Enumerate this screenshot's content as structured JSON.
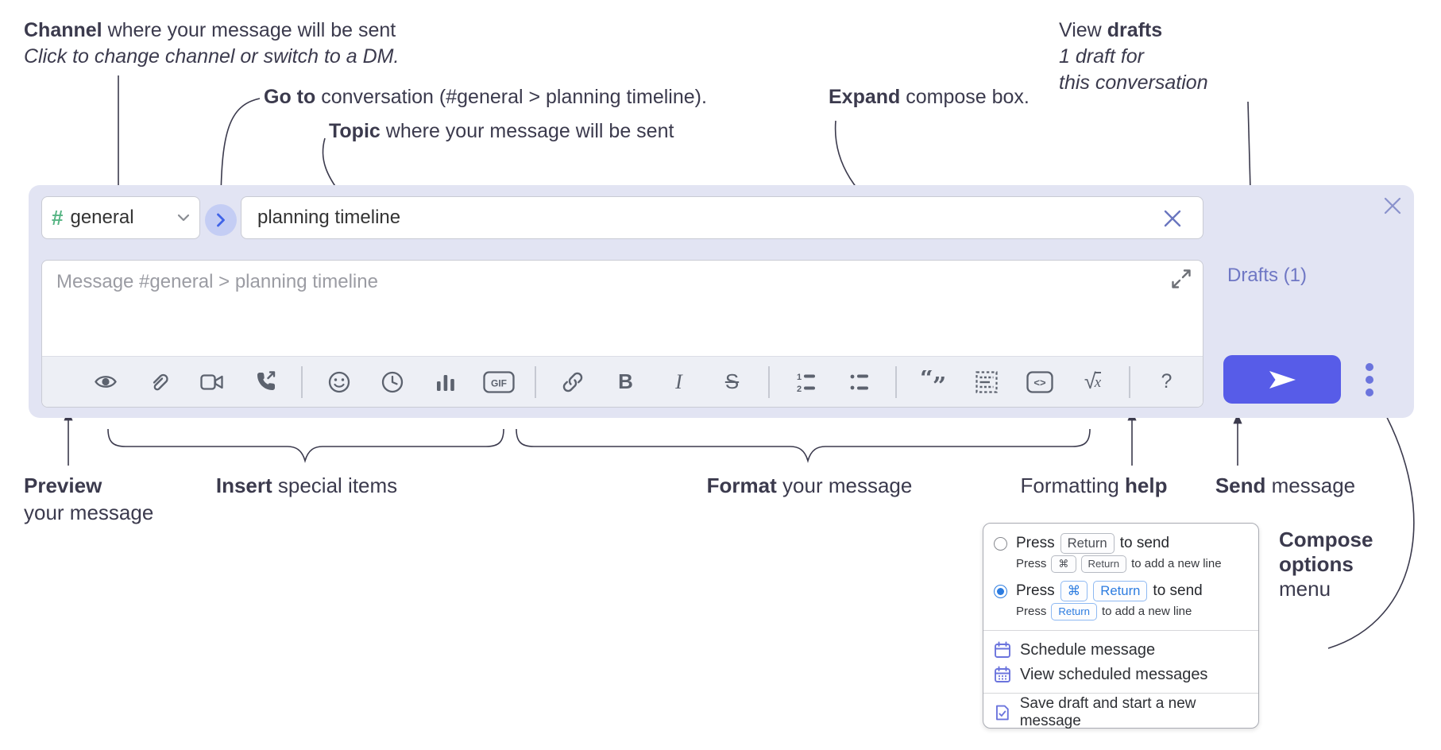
{
  "annotations": {
    "channel": {
      "bold": "Channel",
      "rest": " where your message will be sent",
      "sub_italic": "Click to change channel or switch to a DM."
    },
    "goto": {
      "bold": "Go to",
      "rest": " conversation (#general > planning timeline)."
    },
    "topic": {
      "bold": "Topic",
      "rest": " where your message will be sent"
    },
    "expand": {
      "bold": "Expand",
      "rest": " compose box."
    },
    "view_drafts": {
      "pre": "View ",
      "bold": "drafts",
      "line2_italic": "1 draft for",
      "line3_italic": "this conversation"
    },
    "preview": {
      "bold": "Preview",
      "line2": "your message"
    },
    "insert": {
      "bold": "Insert",
      "rest": " special items"
    },
    "format": {
      "bold": "Format",
      "rest": " your message"
    },
    "formatting_help": {
      "pre": "Formatting ",
      "bold": "help"
    },
    "send": {
      "bold": "Send",
      "rest": " message"
    },
    "compose_options": {
      "bold_line1": "Compose",
      "bold_line2": "options",
      "line3": "menu"
    }
  },
  "compose_box": {
    "channel_hash": "#",
    "channel_name": "general",
    "topic_value": "planning timeline",
    "message_placeholder": "Message #general > planning timeline",
    "drafts_link": "Drafts (1)",
    "toolbar_icons": [
      "preview-eye",
      "attach-paperclip",
      "start-video-call",
      "start-voice-call",
      "emoji",
      "add-global-time",
      "create-poll",
      "add-gif",
      "link",
      "bold",
      "italic",
      "strikethrough",
      "numbered-list",
      "bulleted-list",
      "quote",
      "spoiler",
      "code",
      "math-tex",
      "message-formatting-help"
    ],
    "labels": {
      "bold": "B",
      "italic": "I",
      "strike": "S",
      "gif": "GIF",
      "code": "<>",
      "sqrt": "√",
      "x": "x",
      "help": "?",
      "quote_open": "“",
      "quote_close": "”",
      "ol_1": "1",
      "ol_2": "2"
    }
  },
  "popup_menu": {
    "option_return": {
      "press": "Press",
      "key": "Return",
      "after": "to send",
      "sub_press": "Press",
      "sub_key1": "⌘",
      "sub_key2": "Return",
      "sub_after": "to add a new line",
      "selected": false
    },
    "option_cmd_return": {
      "press": "Press",
      "key1": "⌘",
      "key2": "Return",
      "after": "to send",
      "sub_press": "Press",
      "sub_key": "Return",
      "sub_after": "to add a new line",
      "selected": true
    },
    "items": [
      {
        "icon": "schedule-calendar-icon",
        "label": "Schedule message"
      },
      {
        "icon": "view-scheduled-calendar-icon",
        "label": "View scheduled messages"
      },
      {
        "icon": "save-draft-icon",
        "label": "Save draft and start a new message"
      }
    ]
  },
  "colors": {
    "compose_background": "#e2e4f3",
    "accent_send_button": "#575ce8",
    "accent_purple_icons": "#6b74dd",
    "drafts_link": "#6f77c4",
    "channel_hash_green": "#57b584",
    "goto_circle_bg": "#c4cdf4",
    "goto_chevron_blue": "#3f63e8",
    "radio_key_blue": "#2c7ce0",
    "toolbar_icon_gray": "#5c626e",
    "annotation_ink": "#3b3a4d"
  }
}
